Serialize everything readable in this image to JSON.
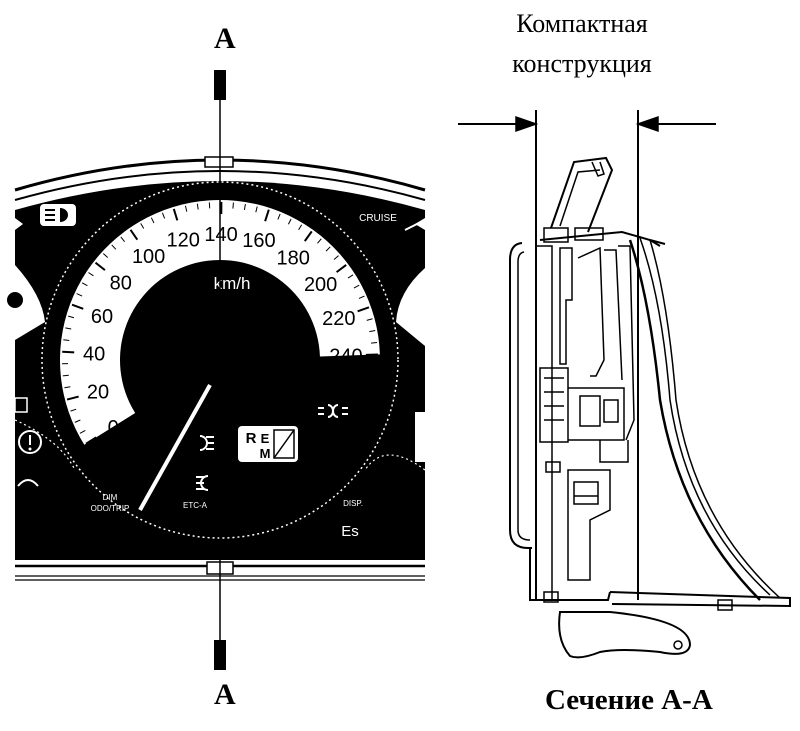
{
  "section_letter_top": "A",
  "section_letter_bottom": "A",
  "compact_label_line1": "Компактная",
  "compact_label_line2": "конструкция",
  "section_caption": "Сечение А-А",
  "gauge": {
    "unit": "km/h",
    "ticks": [
      "0",
      "20",
      "40",
      "60",
      "80",
      "100",
      "120",
      "140",
      "160",
      "180",
      "200",
      "220",
      "240"
    ],
    "needle_value": 0
  },
  "cluster_labels": {
    "cruise": "CRUISE",
    "dim_odo_trip": [
      "DIM",
      "ODO/TRIP"
    ],
    "etc_a": "ETC-A",
    "disp": "DISP.",
    "gear": "Es"
  },
  "icons": [
    "headlight-icon",
    "engine-temp-icon",
    "fog-lamp-icon",
    "rear-fog-icon",
    "auto-leveling-icon",
    "rem-icon",
    "warning-circle-icon"
  ]
}
